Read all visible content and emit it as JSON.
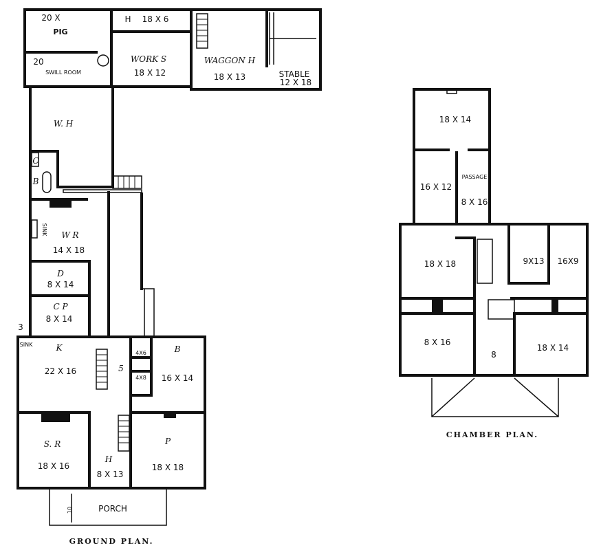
{
  "ground_plan": {
    "caption": "GROUND PLAN.",
    "rooms": {
      "pig_size": "20 X",
      "pig": "PIG",
      "h_small": "H",
      "h_small_size": "18 X 6",
      "swill_size": "20",
      "swill": "SWILL ROOM",
      "work_s": "WORK S",
      "work_s_size": "18 X 12",
      "waggon_h": "WAGGON H",
      "waggon_h_size": "18 X 13",
      "stable": "STABLE",
      "stable_size": "12 X 18",
      "wh": "W. H",
      "c": "C",
      "b_bath": "B",
      "sink": "SINK",
      "wr": "W R",
      "wr_size": "14 X 18",
      "d": "D",
      "d_size": "8 X 14",
      "cp": "C P",
      "cp_size": "8 X 14",
      "num3": "3",
      "sink_small": "SINK",
      "k": "K",
      "k_size": "22 X 16",
      "five": "5",
      "c4x6": "4X6",
      "c4x8": "4X8",
      "b": "B",
      "b_size": "16 X 14",
      "sr": "S. R",
      "sr_size": "18 X 16",
      "h": "H",
      "h_size": "8 X 13",
      "p": "P",
      "p_size": "18 X 18",
      "porch": "PORCH",
      "porch_dim": "10"
    }
  },
  "chamber_plan": {
    "caption": "CHAMBER PLAN.",
    "rooms": {
      "top": "18 X 14",
      "left": "16 X 12",
      "passage": "PASSAGE",
      "passage_size": "8 X 16",
      "big": "18 X 18",
      "r9x13": "9X13",
      "r16x9": "16X9",
      "r8x16": "8 X 16",
      "hall": "8",
      "r18x14": "18 X 14"
    }
  }
}
